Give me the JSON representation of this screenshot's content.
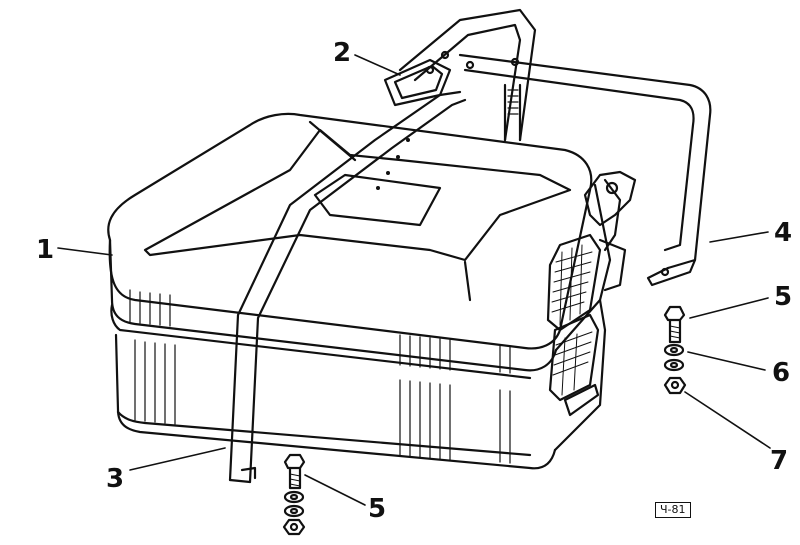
{
  "callouts": [
    {
      "id": "c1",
      "label": "1"
    },
    {
      "id": "c2",
      "label": "2"
    },
    {
      "id": "c3",
      "label": "3"
    },
    {
      "id": "c4",
      "label": "4"
    },
    {
      "id": "c5a",
      "label": "5"
    },
    {
      "id": "c5b",
      "label": "5"
    },
    {
      "id": "c6",
      "label": "6"
    },
    {
      "id": "c7",
      "label": "7"
    }
  ],
  "reference_code": "Ч-81",
  "colors": {
    "ink": "#111111",
    "paper": "#ffffff"
  }
}
